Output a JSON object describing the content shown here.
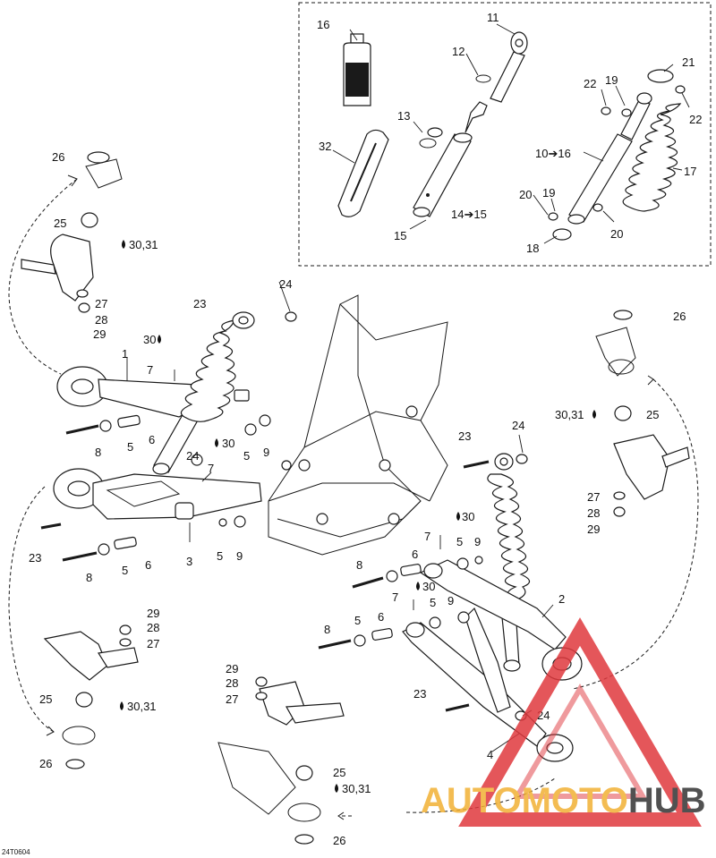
{
  "diagram": {
    "ref_code": "24T0604",
    "callouts": [
      {
        "id": "c16",
        "text": "16"
      },
      {
        "id": "c11",
        "text": "11"
      },
      {
        "id": "c12",
        "text": "12"
      },
      {
        "id": "c21",
        "text": "21"
      },
      {
        "id": "c22a",
        "text": "22"
      },
      {
        "id": "c19a",
        "text": "19"
      },
      {
        "id": "c22b",
        "text": "22"
      },
      {
        "id": "c13",
        "text": "13"
      },
      {
        "id": "c32",
        "text": "32"
      },
      {
        "id": "c10",
        "text": "10➔16"
      },
      {
        "id": "c17",
        "text": "17"
      },
      {
        "id": "c20a",
        "text": "20"
      },
      {
        "id": "c19b",
        "text": "19"
      },
      {
        "id": "c14",
        "text": "14➔15"
      },
      {
        "id": "c15",
        "text": "15"
      },
      {
        "id": "c18",
        "text": "18"
      },
      {
        "id": "c20b",
        "text": "20"
      },
      {
        "id": "c26a",
        "text": "26"
      },
      {
        "id": "c25a",
        "text": "25"
      },
      {
        "id": "c30a",
        "text": "30,31"
      },
      {
        "id": "c27a",
        "text": "27"
      },
      {
        "id": "c28a",
        "text": "28"
      },
      {
        "id": "c29a",
        "text": "29"
      },
      {
        "id": "c23a",
        "text": "23"
      },
      {
        "id": "c24a",
        "text": "24"
      },
      {
        "id": "c30b",
        "text": "30"
      },
      {
        "id": "c1",
        "text": "1"
      },
      {
        "id": "c7a",
        "text": "7"
      },
      {
        "id": "c8a",
        "text": "8"
      },
      {
        "id": "c5a",
        "text": "5"
      },
      {
        "id": "c6a",
        "text": "6"
      },
      {
        "id": "c30c",
        "text": "30"
      },
      {
        "id": "c5b",
        "text": "5"
      },
      {
        "id": "c9a",
        "text": "9"
      },
      {
        "id": "c24b",
        "text": "24"
      },
      {
        "id": "c7b",
        "text": "7"
      },
      {
        "id": "c23b",
        "text": "23"
      },
      {
        "id": "c3",
        "text": "3"
      },
      {
        "id": "c5c",
        "text": "5"
      },
      {
        "id": "c9b",
        "text": "9"
      },
      {
        "id": "c8b",
        "text": "8"
      },
      {
        "id": "c5d",
        "text": "5"
      },
      {
        "id": "c6b",
        "text": "6"
      },
      {
        "id": "c26b",
        "text": "26"
      },
      {
        "id": "c30d",
        "text": "30,31"
      },
      {
        "id": "c25b",
        "text": "25"
      },
      {
        "id": "c27b",
        "text": "27"
      },
      {
        "id": "c28b",
        "text": "28"
      },
      {
        "id": "c29b",
        "text": "29"
      },
      {
        "id": "c23c",
        "text": "23"
      },
      {
        "id": "c24c",
        "text": "24"
      },
      {
        "id": "c30e",
        "text": "30"
      },
      {
        "id": "c7c",
        "text": "7"
      },
      {
        "id": "c5e",
        "text": "5"
      },
      {
        "id": "c9c",
        "text": "9"
      },
      {
        "id": "c8c",
        "text": "8"
      },
      {
        "id": "c6c",
        "text": "6"
      },
      {
        "id": "c30f",
        "text": "30"
      },
      {
        "id": "c7d",
        "text": "7"
      },
      {
        "id": "c5f",
        "text": "5"
      },
      {
        "id": "c9d",
        "text": "9"
      },
      {
        "id": "c2",
        "text": "2"
      },
      {
        "id": "c8d",
        "text": "8"
      },
      {
        "id": "c5g",
        "text": "5"
      },
      {
        "id": "c6d",
        "text": "6"
      },
      {
        "id": "c29c",
        "text": "29"
      },
      {
        "id": "c28c",
        "text": "28"
      },
      {
        "id": "c27c",
        "text": "27"
      },
      {
        "id": "c25c",
        "text": "25"
      },
      {
        "id": "c30g",
        "text": "30,31"
      },
      {
        "id": "c26c",
        "text": "26"
      },
      {
        "id": "c29d",
        "text": "29"
      },
      {
        "id": "c28d",
        "text": "28"
      },
      {
        "id": "c27d",
        "text": "27"
      },
      {
        "id": "c23d",
        "text": "23"
      },
      {
        "id": "c24d",
        "text": "24"
      },
      {
        "id": "c4",
        "text": "4"
      },
      {
        "id": "c25d",
        "text": "25"
      },
      {
        "id": "c30h",
        "text": "30,31"
      },
      {
        "id": "c26d",
        "text": "26"
      }
    ]
  },
  "watermark": {
    "text_colored": "AUTOMOTO",
    "text_dark": "HUB",
    "colors": {
      "triangle": "#e0393e",
      "gold": "#f2b134",
      "dark": "#333333"
    }
  }
}
